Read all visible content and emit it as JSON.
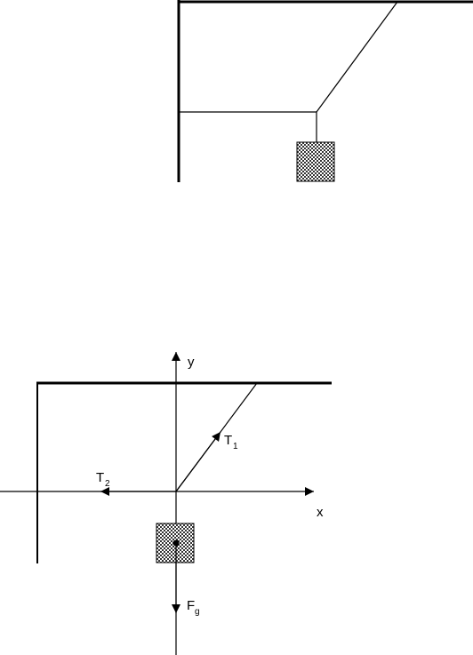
{
  "labels": {
    "y_axis": "y",
    "x_axis": "x",
    "t1": "T",
    "t1_sub": "1",
    "t2": "T",
    "t2_sub": "2",
    "fg": "F",
    "fg_sub": "g"
  },
  "colors": {
    "line": "#000000",
    "mass_dark": "#333333",
    "mass_light": "#ffffff"
  }
}
